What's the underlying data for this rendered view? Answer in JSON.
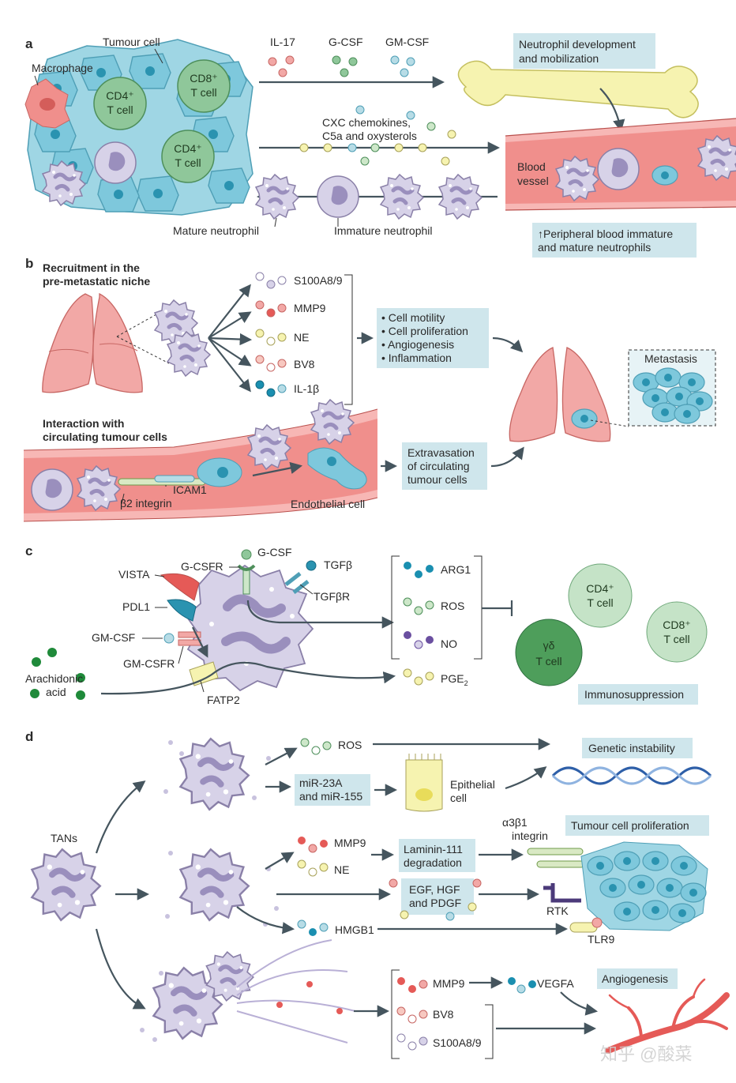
{
  "panel_a": {
    "letter": "a",
    "tumour_cell": "Tumour cell",
    "macrophage": "Macrophage",
    "cd4": "CD4⁺",
    "cd8": "CD8⁺",
    "t_cell": "T cell",
    "il17": "IL-17",
    "gcsf": "G-CSF",
    "gmcsf": "GM-CSF",
    "box_dev_1": "Neutrophil development",
    "box_dev_2": "and mobilization",
    "chemo_1": "CXC chemokines,",
    "chemo_2": "C5a and oxysterols",
    "blood_1": "Blood",
    "blood_2": "vessel",
    "mature": "Mature neutrophil",
    "immature": "Immature neutrophil",
    "box_periph_1": "↑Peripheral blood immature",
    "box_periph_2": "and mature neutrophils"
  },
  "panel_b": {
    "letter": "b",
    "title_1": "Recruitment in the",
    "title_2": "pre-metastatic niche",
    "factors": [
      "S100A8/9",
      "MMP9",
      "NE",
      "BV8",
      "IL-1β"
    ],
    "effects": [
      "• Cell motility",
      "• Cell proliferation",
      "• Angiogenesis",
      "• Inflammation"
    ],
    "metastasis": "Metastasis",
    "interaction_1": "Interaction with",
    "interaction_2": "circulating tumour cells",
    "b2": "β2 integrin",
    "icam": "ICAM1",
    "endo": "Endothelial cell",
    "extra_1": "Extravasation",
    "extra_2": "of circulating",
    "extra_3": "tumour cells"
  },
  "panel_c": {
    "letter": "c",
    "gcsf": "G-CSF",
    "gcsfr": "G-CSFR",
    "tgfb": "TGFβ",
    "tgfbr": "TGFβR",
    "vista": "VISTA",
    "pdl1": "PDL1",
    "gmcsf": "GM-CSF",
    "gmcsfr": "GM-CSFR",
    "arach_1": "Arachidonic",
    "arach_2": "acid",
    "fatp2": "FATP2",
    "arg1": "ARG1",
    "ros": "ROS",
    "no": "NO",
    "pge2": "PGE",
    "pge2_sub": "2",
    "cd4": "CD4⁺",
    "cd8": "CD8⁺",
    "gd": "γδ",
    "t_cell": "T cell",
    "immuno": "Immunosuppression"
  },
  "panel_d": {
    "letter": "d",
    "tans": "TANs",
    "ros": "ROS",
    "genetic": "Genetic instability",
    "mir_1": "miR-23A",
    "mir_2": "and miR-155",
    "epi_1": "Epithelial",
    "epi_2": "cell",
    "mmp9": "MMP9",
    "ne": "NE",
    "lam_1": "Laminin-111",
    "lam_2": "degradation",
    "a3b1_1": "α3β1",
    "a3b1_2": "integrin",
    "prolif": "Tumour cell proliferation",
    "egf_1": "EGF, HGF",
    "egf_2": "and PDGF",
    "rtk": "RTK",
    "hmgb1": "HMGB1",
    "tlr9": "TLR9",
    "mmp9_b": "MMP9",
    "vegfa": "VEGFA",
    "angio": "Angiogenesis",
    "bv8": "BV8",
    "s100": "S100A8/9"
  },
  "watermark": "知乎 @酸菜",
  "colors": {
    "box_blue": "#cfe6ec",
    "tumour_cyan": "#7ec8dc",
    "tcell_green": "#8fc79a",
    "neutrophil_lilac": "#d7d2e8",
    "lung_pink": "#f2a8a6",
    "vessel_red": "#f08f8c",
    "bone_yellow": "#f6f3b0"
  }
}
